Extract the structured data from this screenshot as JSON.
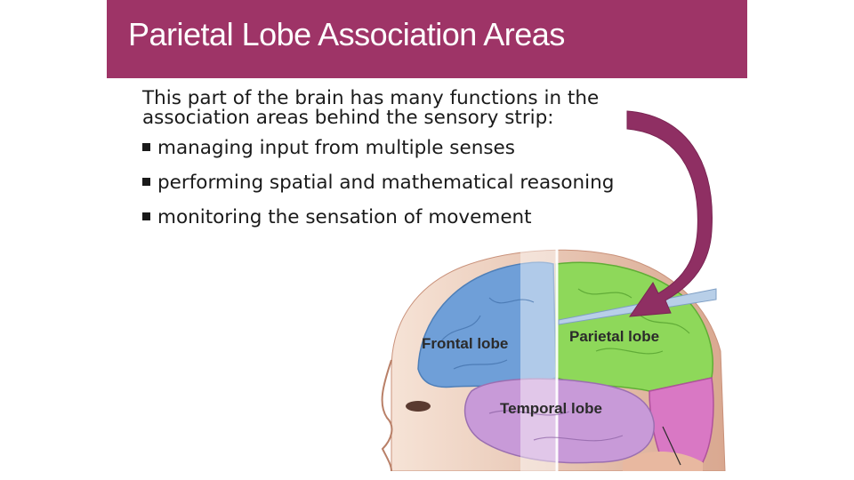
{
  "slide": {
    "title": "Parietal Lobe Association Areas",
    "intro": "This part of the brain has many functions in the association areas behind the sensory strip:",
    "bullets": [
      "managing input from multiple senses",
      "performing spatial and mathematical reasoning",
      "monitoring the sensation of movement"
    ]
  },
  "figure": {
    "labels": {
      "frontal": "Frontal lobe",
      "parietal": "Parietal lobe",
      "temporal": "Temporal lobe"
    }
  },
  "colors": {
    "title_bar": "#9e3467",
    "arrow": "#8f2f63",
    "frontal_lobe": "#6f9fd8",
    "parietal_lobe": "#8ed85a",
    "temporal_lobe": "#c89ad8",
    "occipital_lobe": "#d978c4"
  }
}
